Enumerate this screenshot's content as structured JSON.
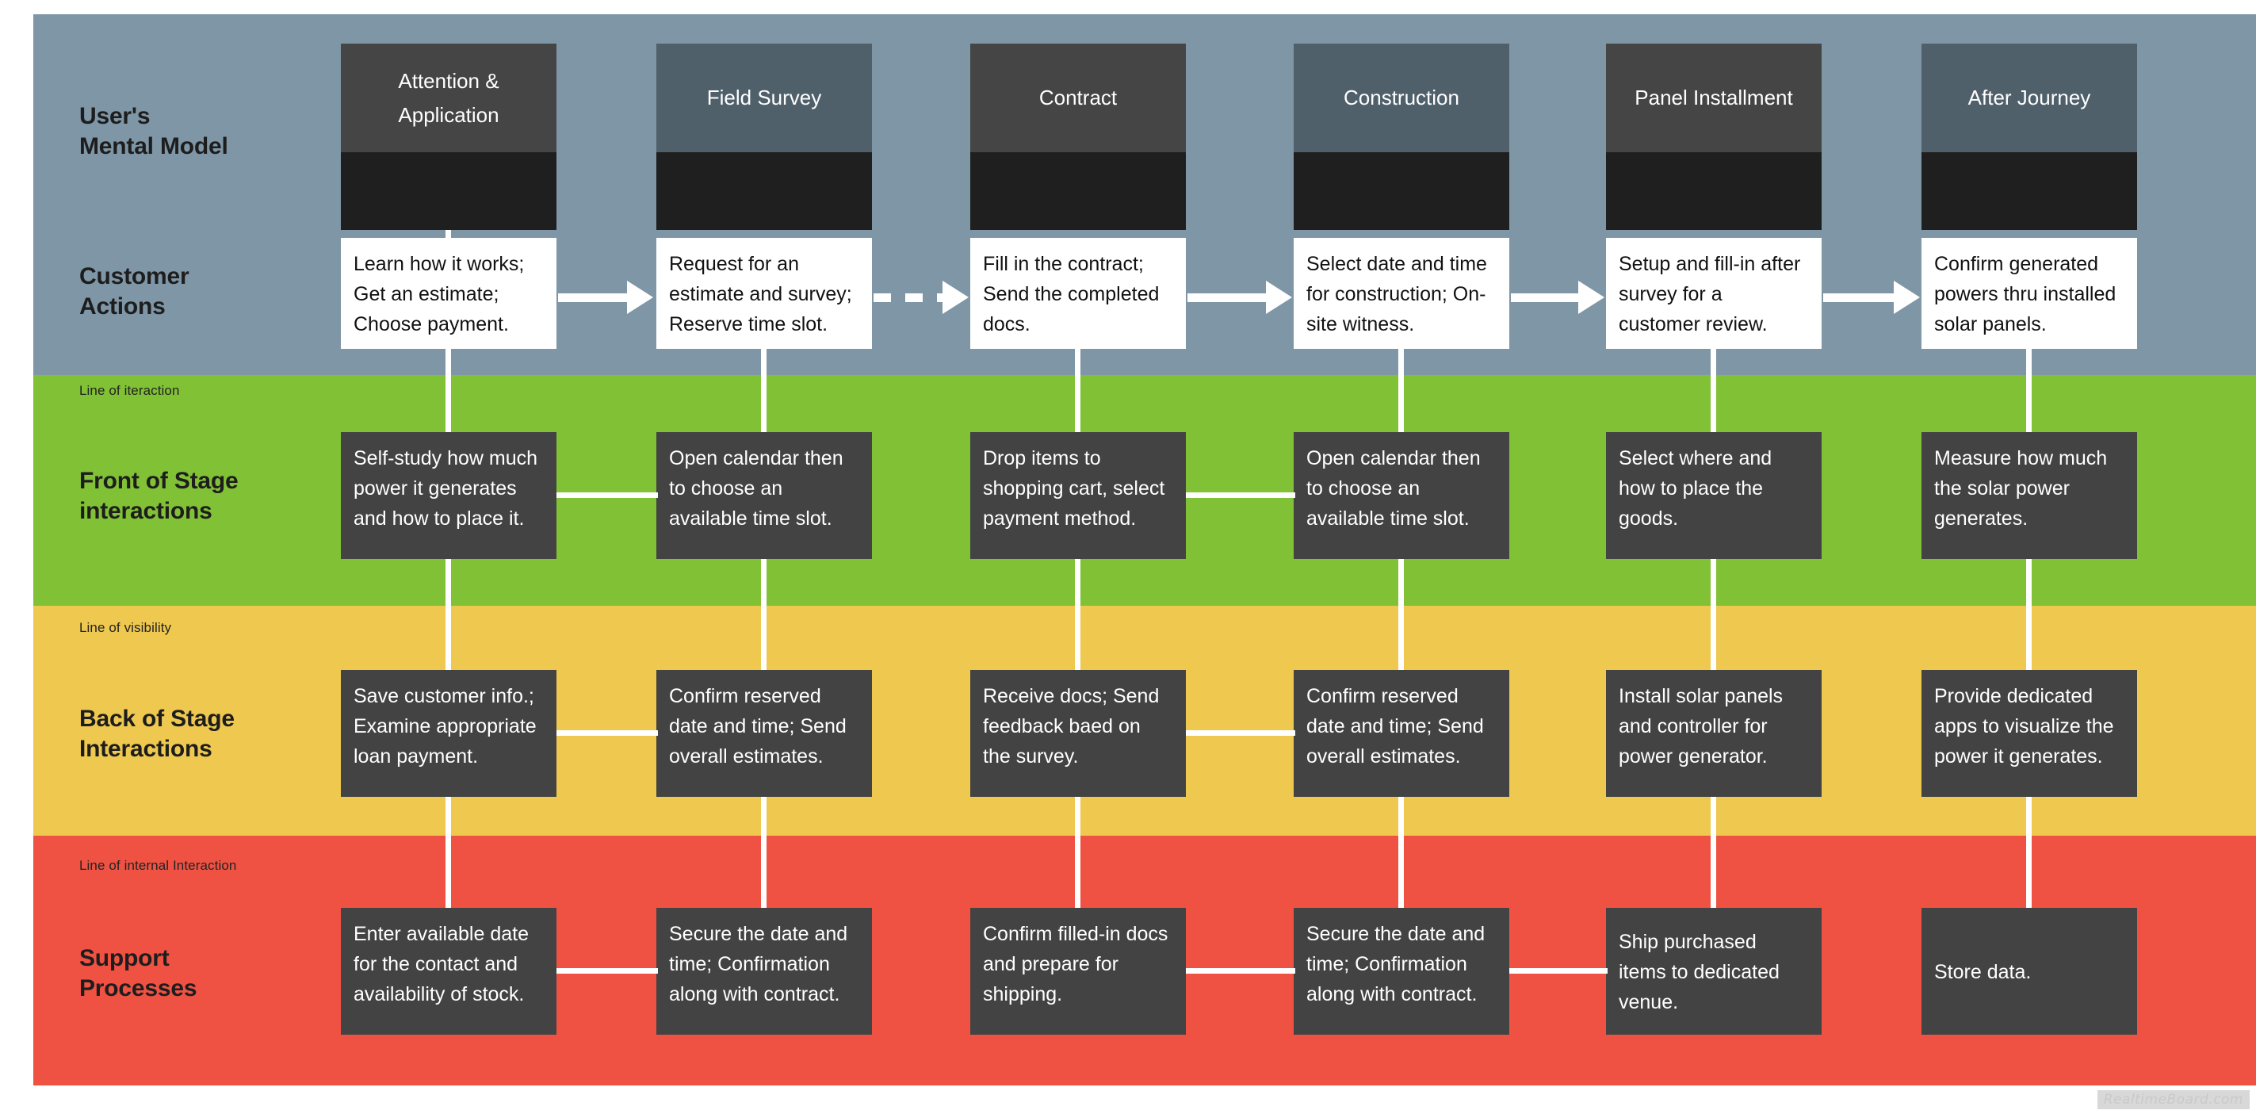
{
  "bands": [
    {
      "key": "mental",
      "label": "User's\nMental Model",
      "color": "#7f96a6"
    },
    {
      "key": "front",
      "label": "Front of Stage\ninteractions",
      "color": "#81c135"
    },
    {
      "key": "back",
      "label": "Back of Stage\nInteractions",
      "color": "#efc84f"
    },
    {
      "key": "support",
      "label": "Support\nProcesses",
      "color": "#ef5243"
    }
  ],
  "row_labels": {
    "mental_model": "User's\nMental Model",
    "customer_actions": "Customer\nActions",
    "front_of_stage": "Front of Stage\ninteractions",
    "back_of_stage": "Back of Stage\nInteractions",
    "support_processes": "Support\nProcesses"
  },
  "line_notes": {
    "interaction": "Line of iteraction",
    "visibility": "Line of visibility",
    "internal_interaction": "Line of internal Interaction"
  },
  "phases": [
    {
      "title": "Attention &\nApplication",
      "color": "#454545"
    },
    {
      "title": "Field Survey",
      "color": "#50606b"
    },
    {
      "title": "Contract",
      "color": "#454545"
    },
    {
      "title": "Construction",
      "color": "#50606b"
    },
    {
      "title": "Panel Installment",
      "color": "#454545"
    },
    {
      "title": "After Journey",
      "color": "#50606b"
    }
  ],
  "customer_actions": [
    "Learn how it works; Get an estimate; Choose payment.",
    "Request for an estimate and survey; Reserve time slot.",
    "Fill in the contract; Send the completed docs.",
    "Select date and time for construction; On-site witness.",
    "Setup and fill-in after survey for a customer review.",
    "Confirm generated powers thru installed solar panels."
  ],
  "front_of_stage": [
    "Self-study how much power it generates and how to place it.",
    "Open calendar then to choose an available time slot.",
    "Drop items to shopping cart, select payment method.",
    "Open calendar then to choose an available time slot.",
    "Select where and how to place the goods.",
    "Measure how much the solar power generates."
  ],
  "back_of_stage": [
    "Save customer info.; Examine appropriate loan payment.",
    "Confirm reserved date and time; Send overall estimates.",
    "Receive docs; Send feedback baed on the survey.",
    "Confirm reserved date and time; Send overall estimates.",
    "Install solar panels and controller for power generator.",
    "Provide dedicated apps to visualize the power it generates."
  ],
  "support_processes": [
    "Enter available date for the contact and availability of stock.",
    "Secure the date and time; Confirmation along with contract.",
    "Confirm filled-in docs and prepare for shipping.",
    "Secure the date and time; Confirmation along with contract.",
    "Ship purchased items to dedicated venue.",
    "Store data."
  ],
  "arrows": [
    {
      "from": 1,
      "to": 2,
      "style": "solid"
    },
    {
      "from": 2,
      "to": 3,
      "style": "dashed"
    },
    {
      "from": 3,
      "to": 4,
      "style": "solid"
    },
    {
      "from": 4,
      "to": 5,
      "style": "solid"
    },
    {
      "from": 5,
      "to": 6,
      "style": "solid"
    }
  ],
  "watermark": "RealtimeBoard.com",
  "colors": {
    "band_mental": "#7f96a6",
    "band_front": "#81c135",
    "band_back": "#efc84f",
    "band_support": "#ef5243",
    "card_dark": "#434343",
    "card_white": "#ffffff",
    "phase_dark": "#454545",
    "phase_blue": "#50606b",
    "phase_footer": "#1f1f1f",
    "connector": "#ffffff"
  }
}
